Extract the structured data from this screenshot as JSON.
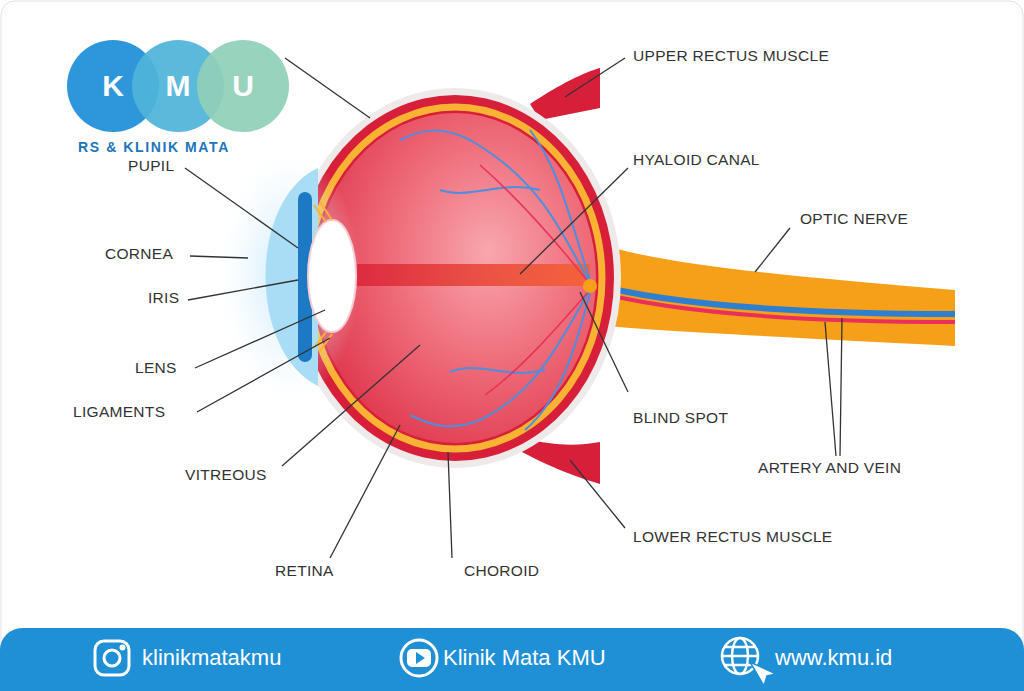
{
  "diagram": {
    "nodes": [
      {
        "text": [
          "K"
        ]
      },
      {
        "text": [
          "M"
        ]
      },
      {
        "text": [
          "U"
        ]
      },
      {
        "text": [
          "klinikmatakmu",
          "Klinik Mata KMU",
          "www.kmu.id"
        ]
      }
    ],
    "labels": [
      "RS & KLINIK MATA",
      "PUPIL",
      "CORNEA",
      "IRIS",
      "LENS",
      "LIGAMENTS",
      "VITREOUS",
      "RETINA",
      "CHOROID",
      "UPPER RECTUS MUSCLE",
      "HYALOID CANAL",
      "OPTIC NERVE",
      "BLIND SPOT",
      "ARTERY AND VEIN",
      "LOWER RECTUS MUSCLE"
    ]
  }
}
